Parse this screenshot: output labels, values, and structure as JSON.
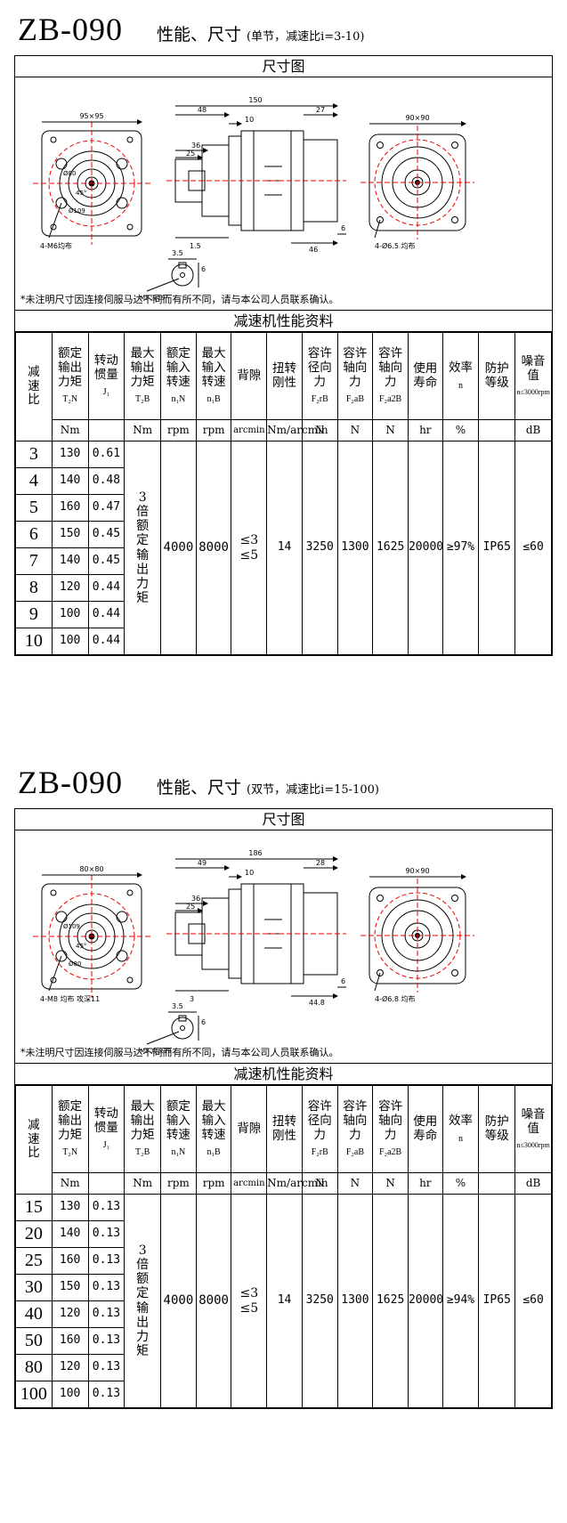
{
  "sections": [
    {
      "model": "ZB-090",
      "title": "性能、尺寸",
      "subtitle": "(单节，减速比i=3-10)",
      "drawing_title": "尺寸图",
      "dims": {
        "flange": "95×95",
        "bolt": "4-M6均布",
        "r1": "Ø80",
        "r2": "Ø109",
        "ang": "45°",
        "len_total": "150",
        "len_a": "48",
        "len_b": "10",
        "len_c": "27",
        "d36": "36",
        "d25": "25",
        "d1_5": "1.5",
        "d46": "46",
        "d6": "6",
        "sq": "90×90",
        "hole": "4-Ø6.5 均布",
        "k35": "3.5",
        "k6": "6",
        "m5": "M5 深19"
      },
      "note": "*未注明尺寸因连接伺服马达不同而有所不同，请与本公司人员联系确认。",
      "table_title": "减速机性能资料",
      "headers": {
        "ratio": "减速比",
        "rated_torque": "额定输出力矩",
        "inertia": "转动惯量",
        "max_torque": "最大输出力矩",
        "rated_speed": "额定输入转速",
        "max_speed": "最大输入转速",
        "backlash": "背隙",
        "rigidity": "扭转刚性",
        "radial": "容许径向力",
        "axial": "容许轴向力",
        "axial2": "容许轴向力",
        "life": "使用寿命",
        "eff": "效率",
        "protect": "防护等级",
        "noise": "噪音值"
      },
      "symbols": {
        "rated_torque": "T₂N",
        "inertia": "J₁",
        "max_torque": "T₂B",
        "rated_speed": "n₁N",
        "max_speed": "n₁B",
        "radial": "F₂rB",
        "axial": "F₂aB",
        "axial2": "F₂a2B",
        "eff": "n",
        "noise": "n≤3000rpm"
      },
      "units": {
        "rated_torque": "Nm",
        "max_torque": "Nm",
        "rated_speed": "rpm",
        "max_speed": "rpm",
        "backlash": "arcmin",
        "rigidity": "Nm/arcmin",
        "radial": "N",
        "axial": "N",
        "axial2": "N",
        "life": "hr",
        "eff": "%",
        "noise": "dB"
      },
      "rows": [
        {
          "ratio": "3",
          "torque": "130",
          "inertia": "0.61"
        },
        {
          "ratio": "4",
          "torque": "140",
          "inertia": "0.48"
        },
        {
          "ratio": "5",
          "torque": "160",
          "inertia": "0.47"
        },
        {
          "ratio": "6",
          "torque": "150",
          "inertia": "0.45"
        },
        {
          "ratio": "7",
          "torque": "140",
          "inertia": "0.45"
        },
        {
          "ratio": "8",
          "torque": "120",
          "inertia": "0.44"
        },
        {
          "ratio": "9",
          "torque": "100",
          "inertia": "0.44"
        },
        {
          "ratio": "10",
          "torque": "100",
          "inertia": "0.44"
        }
      ],
      "common": {
        "max_torque": "3倍额定输出力矩",
        "rated_speed": "4000",
        "max_speed": "8000",
        "backlash": "≤3 ≤5",
        "rigidity": "14",
        "radial": "3250",
        "axial": "1300",
        "axial2": "1625",
        "life": "20000",
        "eff": "≥97%",
        "protect": "IP65",
        "noise": "≤60"
      }
    },
    {
      "model": "ZB-090",
      "title": "性能、尺寸",
      "subtitle": "(双节，减速比i=15-100)",
      "drawing_title": "尺寸图",
      "dims": {
        "flange": "80×80",
        "bolt": "4-M8 均布 攻深11",
        "r1": "Ø109",
        "r2": "Ø80",
        "ang": "45°",
        "len_total": "186",
        "len_a": "49",
        "len_b": "10",
        "len_c": "28",
        "d36": "36",
        "d25": "25",
        "d1_5": "3",
        "d46": "44.8",
        "d6": "6",
        "sq": "90×90",
        "hole": "4-Ø6.8 均布",
        "k35": "3.5",
        "k6": "6",
        "m5": "M5 攻深19"
      },
      "note": "*未注明尺寸因连接伺服马达不同而有所不同，请与本公司人员联系确认。",
      "table_title": "减速机性能资料",
      "headers": {
        "ratio": "减速比",
        "rated_torque": "额定输出力矩",
        "inertia": "转动惯量",
        "max_torque": "最大输出力矩",
        "rated_speed": "额定输入转速",
        "max_speed": "最大输入转速",
        "backlash": "背隙",
        "rigidity": "扭转刚性",
        "radial": "容许径向力",
        "axial": "容许轴向力",
        "axial2": "容许轴向力",
        "life": "使用寿命",
        "eff": "效率",
        "protect": "防护等级",
        "noise": "噪音值"
      },
      "symbols": {
        "rated_torque": "T₂N",
        "inertia": "J₁",
        "max_torque": "T₂B",
        "rated_speed": "n₁N",
        "max_speed": "n₁B",
        "radial": "F₂rB",
        "axial": "F₂aB",
        "axial2": "F₂a2B",
        "eff": "n",
        "noise": "n≤3000rpm"
      },
      "units": {
        "rated_torque": "Nm",
        "max_torque": "Nm",
        "rated_speed": "rpm",
        "max_speed": "rpm",
        "backlash": "arcmin",
        "rigidity": "Nm/arcmin",
        "radial": "N",
        "axial": "N",
        "axial2": "N",
        "life": "hr",
        "eff": "%",
        "noise": "dB"
      },
      "rows": [
        {
          "ratio": "15",
          "torque": "130",
          "inertia": "0.13"
        },
        {
          "ratio": "20",
          "torque": "140",
          "inertia": "0.13"
        },
        {
          "ratio": "25",
          "torque": "160",
          "inertia": "0.13"
        },
        {
          "ratio": "30",
          "torque": "150",
          "inertia": "0.13"
        },
        {
          "ratio": "40",
          "torque": "120",
          "inertia": "0.13"
        },
        {
          "ratio": "50",
          "torque": "160",
          "inertia": "0.13"
        },
        {
          "ratio": "80",
          "torque": "120",
          "inertia": "0.13"
        },
        {
          "ratio": "100",
          "torque": "100",
          "inertia": "0.13"
        }
      ],
      "common": {
        "max_torque": "3倍额定输出力矩",
        "rated_speed": "4000",
        "max_speed": "8000",
        "backlash": "≤3 ≤5",
        "rigidity": "14",
        "radial": "3250",
        "axial": "1300",
        "axial2": "1625",
        "life": "20000",
        "eff": "≥94%",
        "protect": "IP65",
        "noise": "≤60"
      }
    }
  ]
}
